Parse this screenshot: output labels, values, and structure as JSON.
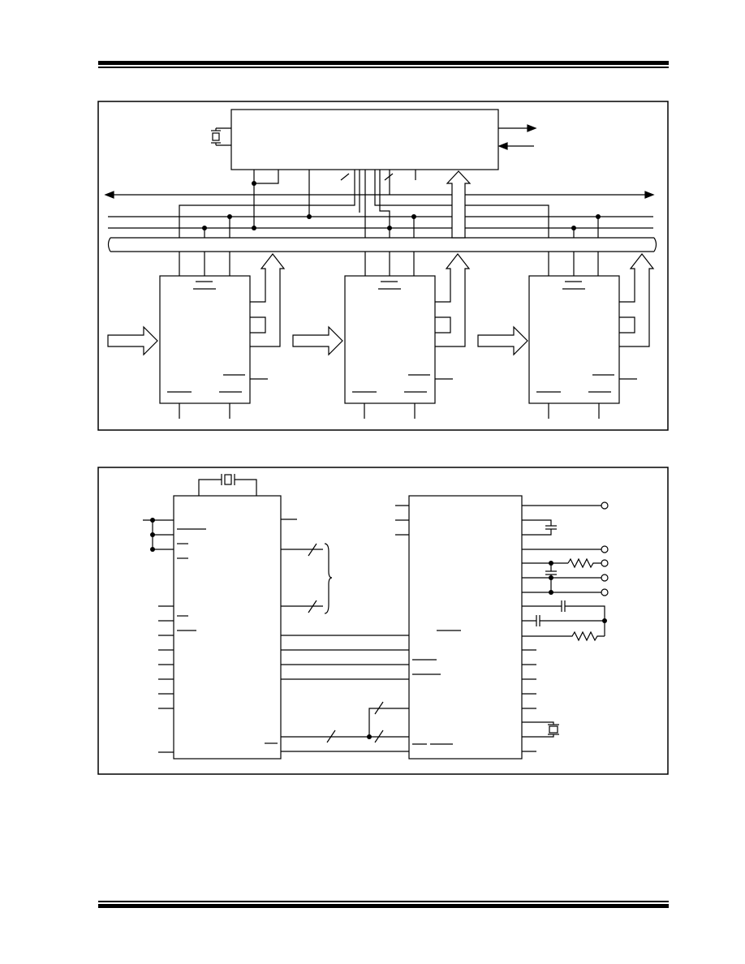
{
  "page": {
    "top_rule": "",
    "bottom_rule": ""
  },
  "figure_top": {
    "description_visible": "",
    "nodes": [
      "master-block",
      "slave-block-1",
      "slave-block-2",
      "slave-block-3"
    ]
  },
  "figure_bottom": {
    "description_visible": "",
    "nodes": [
      "processor-chip",
      "peripheral-chip"
    ]
  },
  "colors": {
    "line": "#000000",
    "background": "#ffffff"
  }
}
